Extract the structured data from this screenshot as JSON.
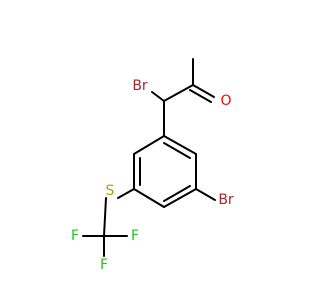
{
  "molecule": {
    "atoms": {
      "bromine_alpha": "Br",
      "oxygen": "O",
      "bromine_ring": "Br",
      "sulfur": "S",
      "fluorine_1": "F",
      "fluorine_2": "F",
      "fluorine_3": "F"
    }
  },
  "colors": {
    "bond": "#000000",
    "bromine": "#a52a2a",
    "oxygen": "#ff0000",
    "sulfur": "#b2a100",
    "fluorine": "#1fc71f"
  }
}
